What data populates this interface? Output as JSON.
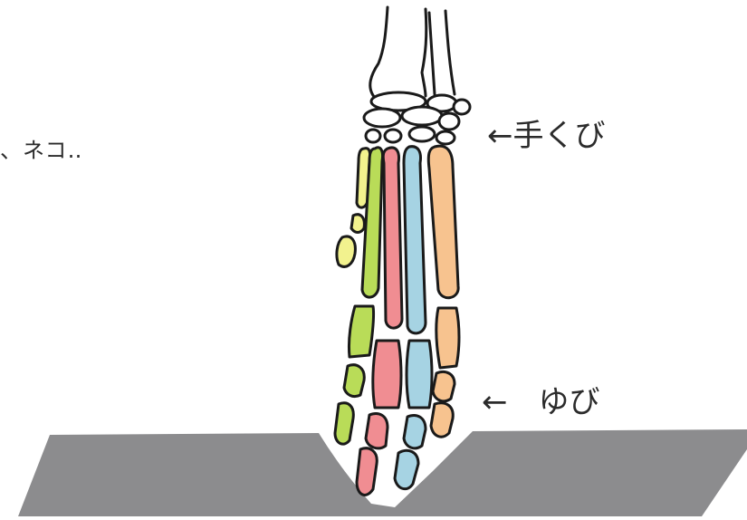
{
  "labels": {
    "cat_note": "、ネコ‥",
    "wrist": "←手くび",
    "fingers": "←　ゆび"
  },
  "colors": {
    "outline": "#1a1a1a",
    "ground": "#8c8c8e",
    "digit_1": "#f2f28e",
    "digit_2": "#b9dc58",
    "digit_3": "#f08d92",
    "digit_4": "#a6d3e3",
    "digit_5": "#f7c38f",
    "bone": "#ffffff"
  }
}
